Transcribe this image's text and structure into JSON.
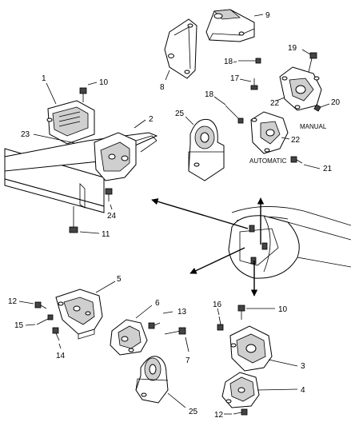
{
  "callouts": {
    "c1": "1",
    "c2": "2",
    "c3": "3",
    "c4": "4",
    "c5": "5",
    "c6": "6",
    "c7": "7",
    "c8": "8",
    "c9": "9",
    "c10a": "10",
    "c10b": "10",
    "c11": "11",
    "c12a": "12",
    "c12b": "12",
    "c13": "13",
    "c14": "14",
    "c15": "15",
    "c16": "16",
    "c17": "17",
    "c18a": "18",
    "c18b": "18",
    "c19": "19",
    "c20": "20",
    "c21": "21",
    "c22a": "22",
    "c22b": "22",
    "c23": "23",
    "c24": "24",
    "c25a": "25",
    "c25b": "25"
  },
  "notes": {
    "manual": "MANUAL",
    "automatic": "AUTOMATIC"
  }
}
